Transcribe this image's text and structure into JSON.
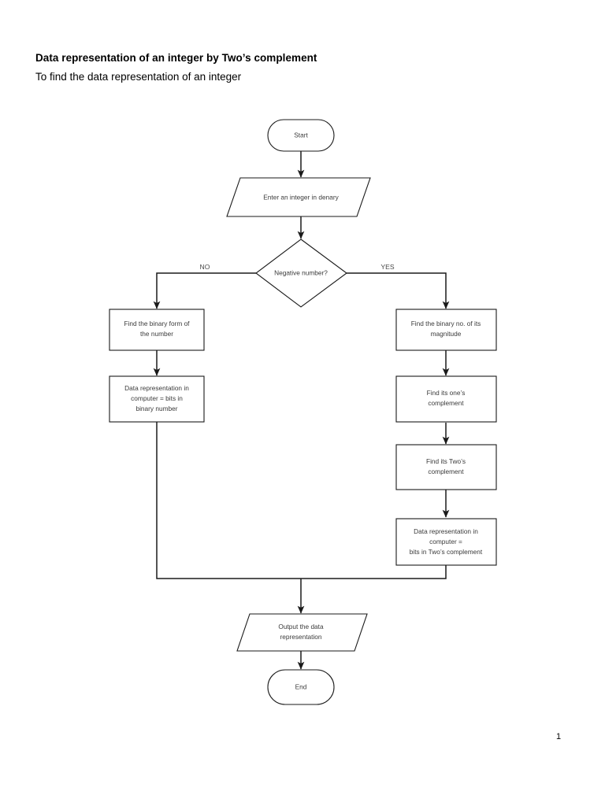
{
  "document": {
    "title": "Data representation of an integer by Two’s complement",
    "subtitle": "To find the data representation of an integer",
    "page_number": "1"
  },
  "flowchart": {
    "type": "flowchart",
    "orientation": "top-to-bottom",
    "nodes": [
      {
        "id": "start",
        "shape": "terminator",
        "label": "Start"
      },
      {
        "id": "input",
        "shape": "parallelogram",
        "label": "Enter an integer in denary"
      },
      {
        "id": "decision",
        "shape": "diamond",
        "label": "Negative number?"
      },
      {
        "id": "no-1",
        "shape": "process",
        "label_line1": "Find the binary form of",
        "label_line2": "the number"
      },
      {
        "id": "no-2",
        "shape": "process",
        "label_line1": "Data representation in",
        "label_line2": "computer = bits in",
        "label_line3": "binary number"
      },
      {
        "id": "yes-1",
        "shape": "process",
        "label_line1": "Find the binary no. of its",
        "label_line2": "magnitude"
      },
      {
        "id": "yes-2",
        "shape": "process",
        "label_line1": "Find its one’s",
        "label_line2": "complement"
      },
      {
        "id": "yes-3",
        "shape": "process",
        "label_line1": "Find its Two’s",
        "label_line2": "complement"
      },
      {
        "id": "yes-4",
        "shape": "process",
        "label_line1": "Data representation in",
        "label_line2": "computer =",
        "label_line3": "bits in Two’s complement"
      },
      {
        "id": "output",
        "shape": "parallelogram",
        "label_line1": "Output the data",
        "label_line2": "representation"
      },
      {
        "id": "end",
        "shape": "terminator",
        "label": "End"
      }
    ],
    "branch_labels": {
      "no": "NO",
      "yes": "YES"
    },
    "colors": {
      "stroke": "#1a1a1a",
      "fill": "#ffffff",
      "text": "#3a3a3a"
    }
  }
}
